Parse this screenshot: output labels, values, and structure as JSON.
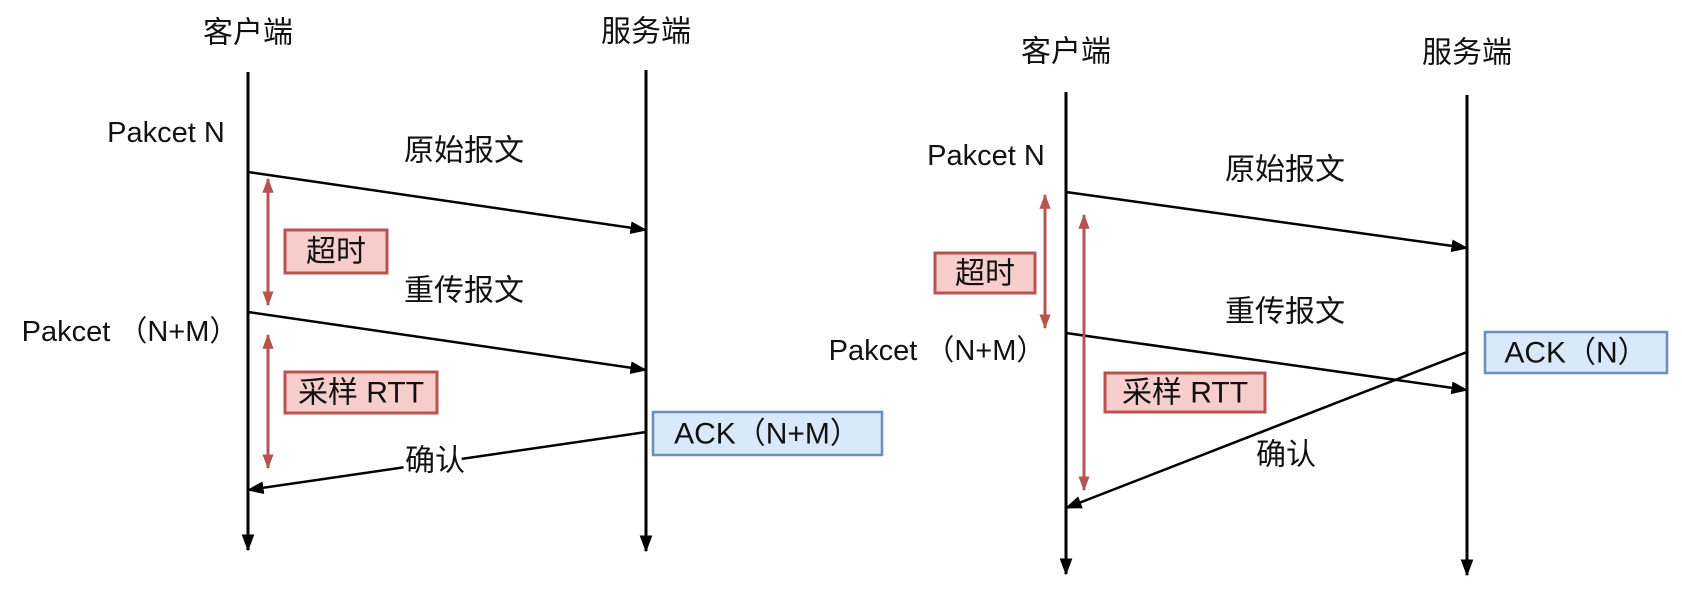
{
  "colors": {
    "ink": "#000000",
    "timeout_fill": "#f8cecc",
    "timeout_stroke": "#b85450",
    "ack_fill": "#dae8fc",
    "ack_stroke": "#6c8ebf",
    "arrow_red": "#b85450"
  },
  "left": {
    "client": "客户端",
    "server": "服务端",
    "packet_n": "Pakcet N",
    "packet_nm": "Pakcet （N+M）",
    "msg_original": "原始报文",
    "msg_retransmit": "重传报文",
    "msg_ack": "确认",
    "timeout": "超时",
    "sample_rtt": "采样 RTT",
    "ack_box": "ACK（N+M）"
  },
  "right": {
    "client": "客户端",
    "server": "服务端",
    "packet_n": "Pakcet N",
    "packet_nm": "Pakcet （N+M）",
    "msg_original": "原始报文",
    "msg_retransmit": "重传报文",
    "msg_ack": "确认",
    "timeout": "超时",
    "sample_rtt": "采样 RTT",
    "ack_box": "ACK（N）"
  }
}
